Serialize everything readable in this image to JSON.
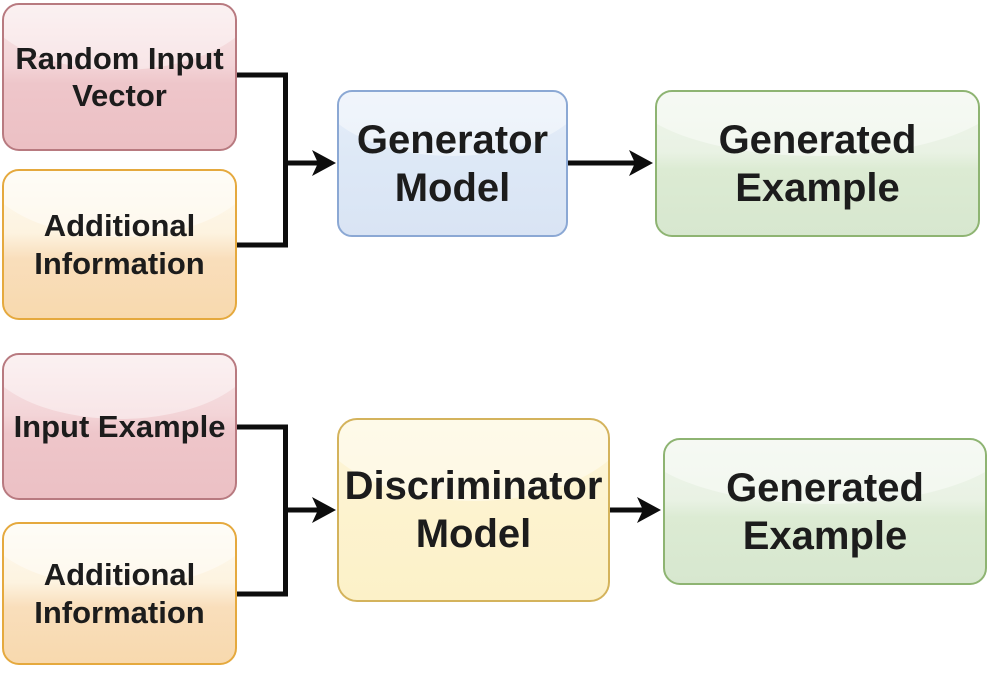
{
  "generator_flow": {
    "input1": "Random Input\nVector",
    "input2": "Additional\nInformation",
    "model": "Generator\nModel",
    "output": "Generated\nExample"
  },
  "discriminator_flow": {
    "input1": "Input Example",
    "input2": "Additional\nInformation",
    "model": "Discriminator\nModel",
    "output": "Generated\nExample"
  },
  "colors": {
    "background": "#ffffff",
    "arrow": "#0d0d0d",
    "text": "#1c1c1c",
    "pink_fill_top": "#f8e7e8",
    "pink_fill_bottom": "#ecc0c4",
    "pink_border": "#b87a80",
    "cream_fill_top": "#fefbf1",
    "cream_fill_bottom": "#f8d9ae",
    "cream_border": "#e5a93e",
    "blue_fill": "#dde8f6",
    "blue_border": "#8ba8d4",
    "yellow_fill": "#fdf3cf",
    "yellow_border": "#d4b35c",
    "green_fill_top": "#eff5eb",
    "green_fill_bottom": "#d7e7cf",
    "green_border": "#8eb472"
  }
}
